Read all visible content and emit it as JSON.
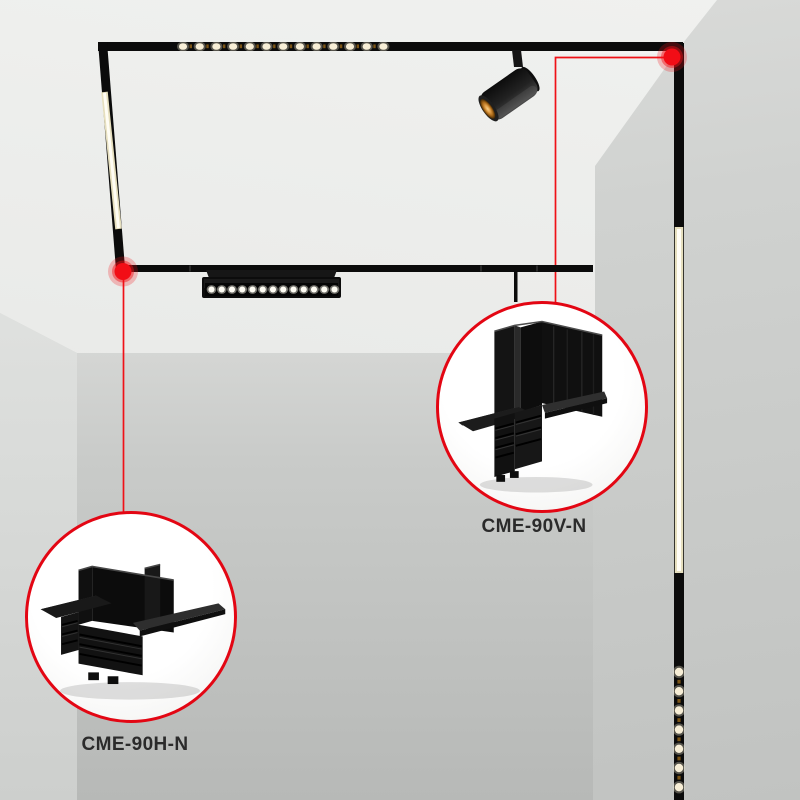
{
  "figure": {
    "kind": "magnetic-track-lighting-installation-diagram",
    "callouts": {
      "vertical_connector": {
        "label": "CME-90V-N",
        "icon": "black-90-degree-vertical-corner-track-connector"
      },
      "horizontal_connector": {
        "label": "CME-90H-N",
        "icon": "black-90-degree-horizontal-corner-track-connector"
      }
    },
    "colors": {
      "accent_red": "#e30613",
      "leader_red": "#f00c15",
      "track_black": "#0b0b0b",
      "warm_light": "#f6eed6",
      "callout_fill": "#fcfcfb",
      "label_text": "#2b2b2b"
    }
  }
}
